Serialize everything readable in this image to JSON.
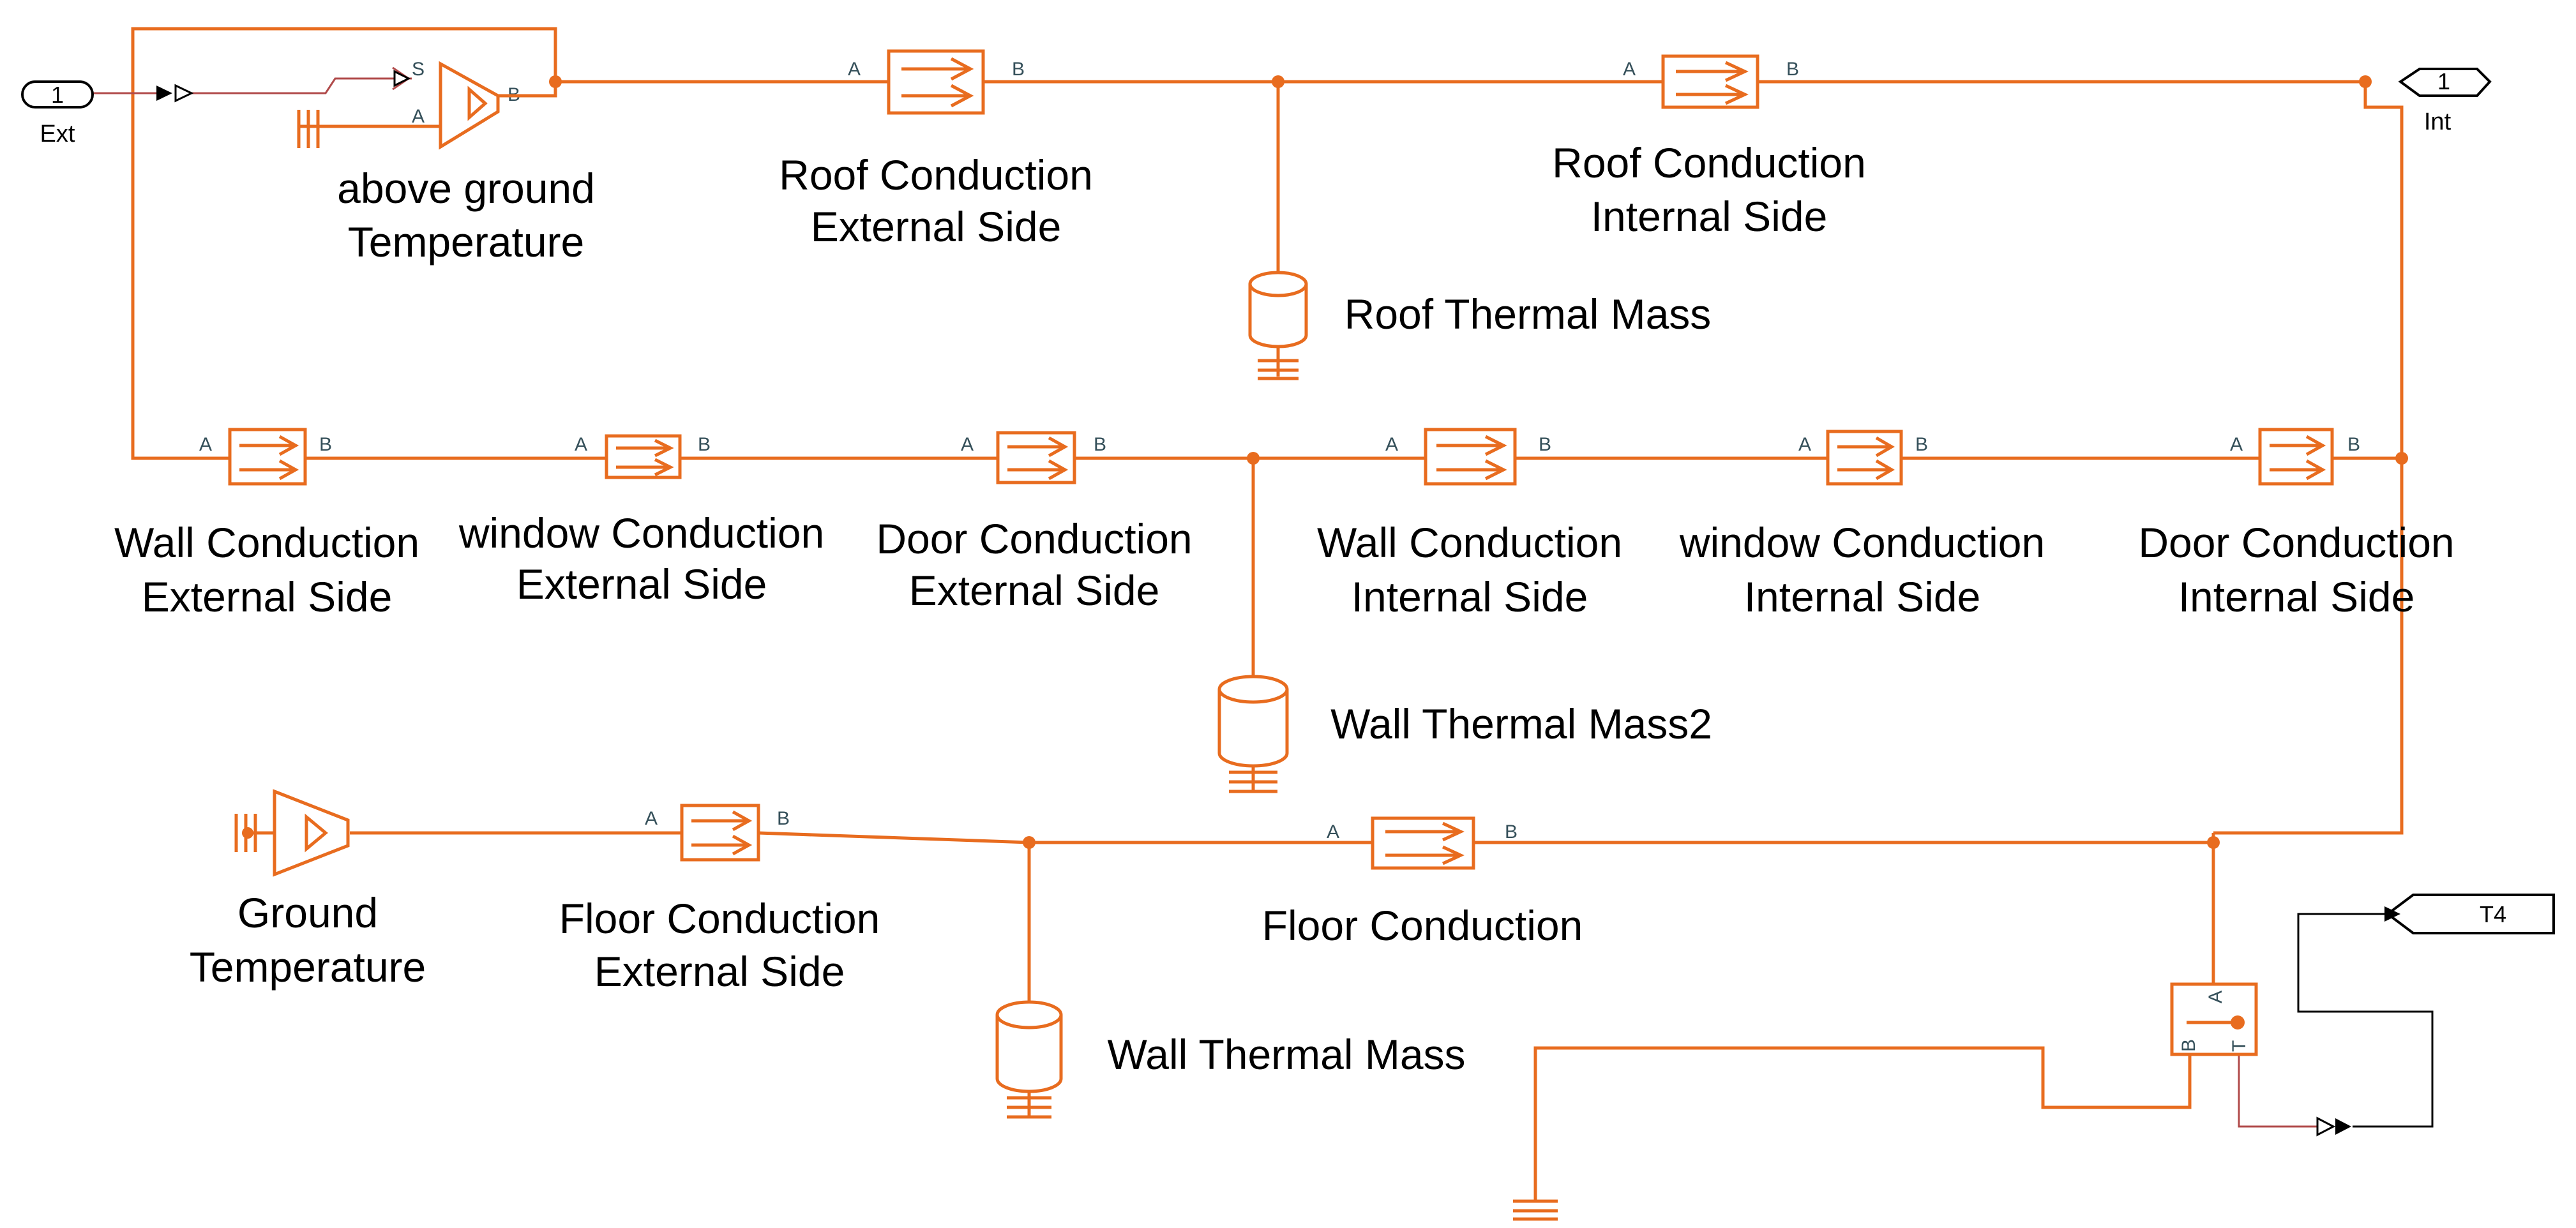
{
  "ports": {
    "ext": {
      "number": "1",
      "name": "Ext"
    },
    "int": {
      "number": "1",
      "name": "Int"
    },
    "goto_tag": "T4"
  },
  "port_letters": {
    "a": "A",
    "b": "B",
    "s": "S",
    "t": "T"
  },
  "labels": {
    "above_ground": [
      "above ground",
      "Temperature"
    ],
    "roof_ext": [
      "Roof Conduction",
      "External Side"
    ],
    "roof_int": [
      "Roof Conduction",
      "Internal Side"
    ],
    "roof_mass": "Roof Thermal Mass",
    "wall_ext": [
      "Wall Conduction",
      "External Side"
    ],
    "window_ext": [
      "window Conduction",
      "External Side"
    ],
    "door_ext": [
      "Door Conduction",
      "External Side"
    ],
    "wall_int": [
      "Wall Conduction",
      "Internal Side"
    ],
    "window_int": [
      "window Conduction",
      "Internal Side"
    ],
    "door_int": [
      "Door Conduction",
      "Internal Side"
    ],
    "wall_mass2": "Wall Thermal Mass2",
    "ground_temp": [
      "Ground",
      "Temperature"
    ],
    "floor_ext": [
      "Floor Conduction",
      "External Side"
    ],
    "floor": "Floor Conduction",
    "wall_mass": "Wall Thermal Mass"
  },
  "colors": {
    "wire": "#E86C1F",
    "signal": "#B04A4A",
    "text": "#000000",
    "port_text": "#35505A"
  }
}
